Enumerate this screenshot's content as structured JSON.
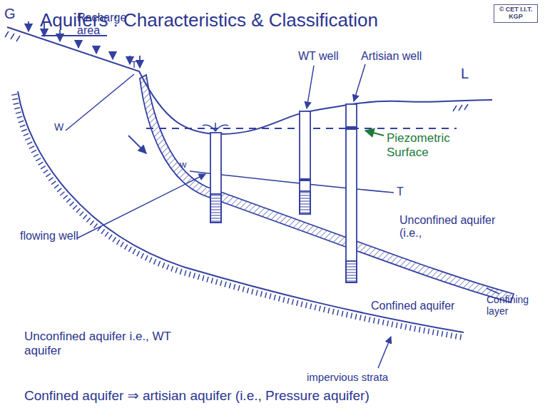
{
  "diagram": {
    "title": "Aquifers : Characteristics & Classification",
    "nodes": [
      {
        "text": [
          "© CET I.I.T. KGP"
        ]
      }
    ],
    "labels": [
      "G",
      "Recharge area",
      "T",
      "W",
      "WT well",
      "Artisian well",
      "L",
      "Piezometric Surface",
      "w",
      "T",
      "Unconfined aquifer (i.e.,",
      "flowing well",
      "Confining layer",
      "Confined aquifer",
      "Unconfined aquifer i.e., WT aquifer",
      "impervious strata",
      "Confined aquifer ⇒ artisian aquifer (i.e., Pressure aquifer)"
    ]
  }
}
